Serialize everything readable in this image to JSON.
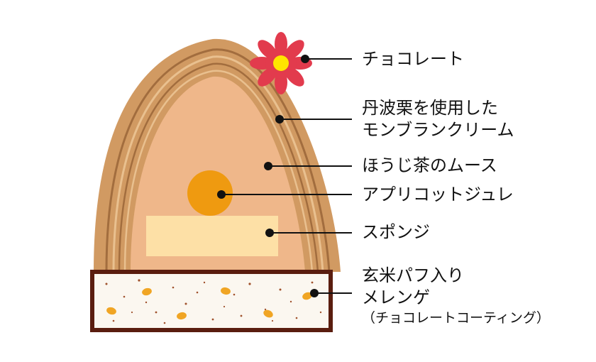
{
  "labels": {
    "chocolate": "チョコレート",
    "montblanc_line1": "丹波栗を使用した",
    "montblanc_line2": "モンブランクリーム",
    "hojicha": "ほうじ茶のムース",
    "apricot": "アプリコットジュレ",
    "sponge": "スポンジ",
    "meringue_line1": "玄米パフ入り",
    "meringue_line2": "メレンゲ",
    "meringue_line3": "（チョコレートコーティング）"
  },
  "colors": {
    "outer_cream": "#d19a62",
    "inner_cream": "#efb78a",
    "stripe": "#a26d3e",
    "apricot": "#ef9a10",
    "sponge": "#fde0a6",
    "base_border": "#5a1d0f",
    "meringue": "#fbf7f0",
    "flower": "#e23b4d",
    "flower_center": "#ffe600",
    "leader": "#111111"
  }
}
